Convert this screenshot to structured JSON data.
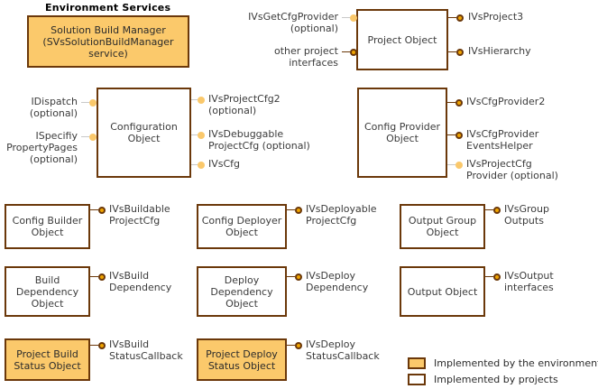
{
  "diagram": {
    "title": "Environment Services",
    "boxes": [
      {
        "id": "solution-build-manager",
        "label": "Solution Build Manager\n(SVsSolutionBuildManager\nservice)",
        "kind": "environment"
      },
      {
        "id": "project-object",
        "label": "Project\nObject",
        "kind": "project"
      },
      {
        "id": "configuration-object",
        "label": "Configuration\nObject",
        "kind": "project"
      },
      {
        "id": "config-provider-object",
        "label": "Config\nProvider\nObject",
        "kind": "project"
      },
      {
        "id": "config-builder-object",
        "label": "Config Builder\nObject",
        "kind": "project"
      },
      {
        "id": "config-deployer-object",
        "label": "Config Deployer\nObject",
        "kind": "project"
      },
      {
        "id": "output-group-object",
        "label": "Output Group\nObject",
        "kind": "project"
      },
      {
        "id": "build-dependency-object",
        "label": "Build\nDependency\nObject",
        "kind": "project"
      },
      {
        "id": "deploy-dependency-object",
        "label": "Deploy\nDependency\nObject",
        "kind": "project"
      },
      {
        "id": "output-object",
        "label": "Output Object",
        "kind": "project"
      },
      {
        "id": "project-build-status-object",
        "label": "Project Build\nStatus Object",
        "kind": "environment"
      },
      {
        "id": "project-deploy-status-object",
        "label": "Project Deploy\nStatus Object",
        "kind": "environment"
      }
    ],
    "interfaces": [
      {
        "id": "ivsgetcfgprovider",
        "label": "IVsGetCfgProvider\n(optional)",
        "required": false,
        "side": "left",
        "owner": "project-object"
      },
      {
        "id": "other-project-interfaces",
        "label": "other project\ninterfaces",
        "required": true,
        "side": "left",
        "owner": "project-object"
      },
      {
        "id": "ivsproject3",
        "label": "IVsProject3",
        "required": true,
        "side": "right",
        "owner": "project-object"
      },
      {
        "id": "ivshierarchy",
        "label": "IVsHierarchy",
        "required": true,
        "side": "right",
        "owner": "project-object"
      },
      {
        "id": "idispatch",
        "label": "IDispatch\n(optional)",
        "required": false,
        "side": "left",
        "owner": "configuration-object"
      },
      {
        "id": "ispecifiypropertypages",
        "label": "ISpecifiy\nPropertyPages\n(optional)",
        "required": false,
        "side": "left",
        "owner": "configuration-object"
      },
      {
        "id": "ivsprojectcfg2",
        "label": "IVsProjectCfg2\n(optional)",
        "required": false,
        "side": "right",
        "owner": "configuration-object"
      },
      {
        "id": "ivsdebuggableprojectcfg",
        "label": "IVsDebuggable\nProjectCfg (optional)",
        "required": false,
        "side": "right",
        "owner": "configuration-object"
      },
      {
        "id": "ivscfg",
        "label": "IVsCfg",
        "required": false,
        "side": "right",
        "owner": "configuration-object"
      },
      {
        "id": "ivscfgprovider2",
        "label": "IVsCfgProvider2",
        "required": true,
        "side": "right",
        "owner": "config-provider-object"
      },
      {
        "id": "ivscfgprovidereventshelper",
        "label": "IVsCfgProvider\nEventsHelper",
        "required": true,
        "side": "right",
        "owner": "config-provider-object"
      },
      {
        "id": "ivsprojectcfgprovider",
        "label": "IVsProjectCfg\nProvider (optional)",
        "required": false,
        "side": "right",
        "owner": "config-provider-object"
      },
      {
        "id": "ivsbuildableprojectcfg",
        "label": "IVsBuildable\nProjectCfg",
        "required": true,
        "side": "right",
        "owner": "config-builder-object"
      },
      {
        "id": "ivsdeployableprojectcfg",
        "label": "IVsDeployable\nProjectCfg",
        "required": true,
        "side": "right",
        "owner": "config-deployer-object"
      },
      {
        "id": "ivsgroupoutputs",
        "label": "IVsGroup\nOutputs",
        "required": true,
        "side": "right",
        "owner": "output-group-object"
      },
      {
        "id": "ivsbuilddependency",
        "label": "IVsBuild\nDependency",
        "required": true,
        "side": "right",
        "owner": "build-dependency-object"
      },
      {
        "id": "ivsdeploydependency",
        "label": "IVsDeploy\nDependency",
        "required": true,
        "side": "right",
        "owner": "deploy-dependency-object"
      },
      {
        "id": "ivsoutputinterfaces",
        "label": "IVsOutput\ninterfaces",
        "required": true,
        "side": "right",
        "owner": "output-object"
      },
      {
        "id": "ivsbuildstatuscallback",
        "label": "IVsBuild\nStatusCallback",
        "required": true,
        "side": "right",
        "owner": "project-build-status-object"
      },
      {
        "id": "ivsdeploystatuscallback",
        "label": "IVsDeploy\nStatusCallback",
        "required": true,
        "side": "right",
        "owner": "project-deploy-status-object"
      }
    ],
    "legend": {
      "environment_label": "Implemented by the environment",
      "projects_label": "Implemented by projects"
    },
    "colors": {
      "border": "#6b380a",
      "environment_fill": "#fbc96b",
      "project_fill": "#ffffff",
      "connector_required": "#f0a400",
      "connector_optional": "#fac86b",
      "stem_optional": "#c9c9c9",
      "text": "#3b3b3b"
    }
  }
}
